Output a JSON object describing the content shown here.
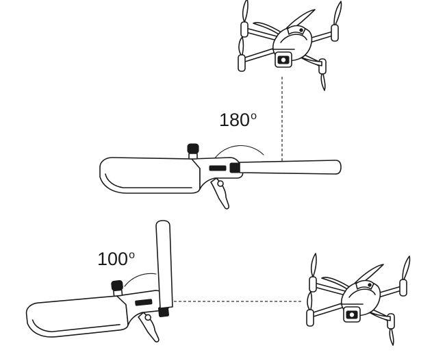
{
  "panels": [
    {
      "id": "top",
      "angle_label": "180",
      "degree_mark": "o"
    },
    {
      "id": "bottom",
      "angle_label": "100",
      "degree_mark": "o"
    }
  ]
}
